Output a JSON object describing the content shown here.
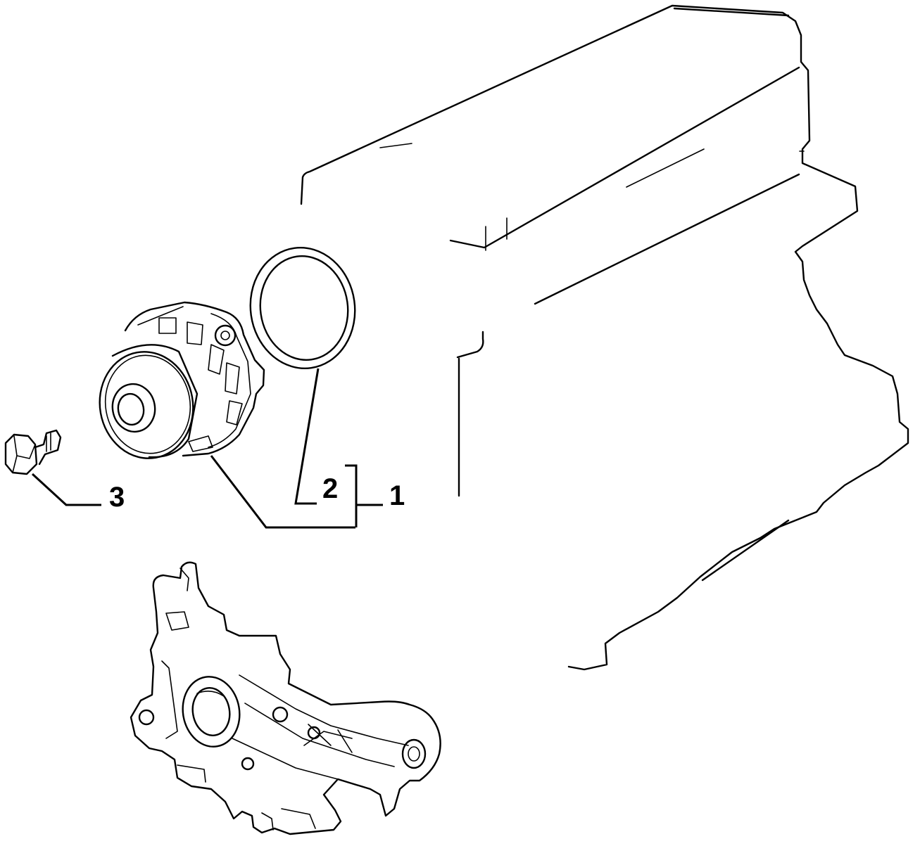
{
  "diagram": {
    "parts": [
      {
        "name": "engine-block"
      },
      {
        "name": "water-pump"
      },
      {
        "name": "pump-gasket"
      },
      {
        "name": "flange-bolt"
      },
      {
        "name": "oil-pump"
      }
    ],
    "callouts": [
      {
        "id": "callout-1",
        "label": "1"
      },
      {
        "id": "callout-2",
        "label": "2"
      },
      {
        "id": "callout-3",
        "label": "3"
      }
    ]
  },
  "colors": {
    "line": "#000000",
    "background": "#ffffff"
  }
}
